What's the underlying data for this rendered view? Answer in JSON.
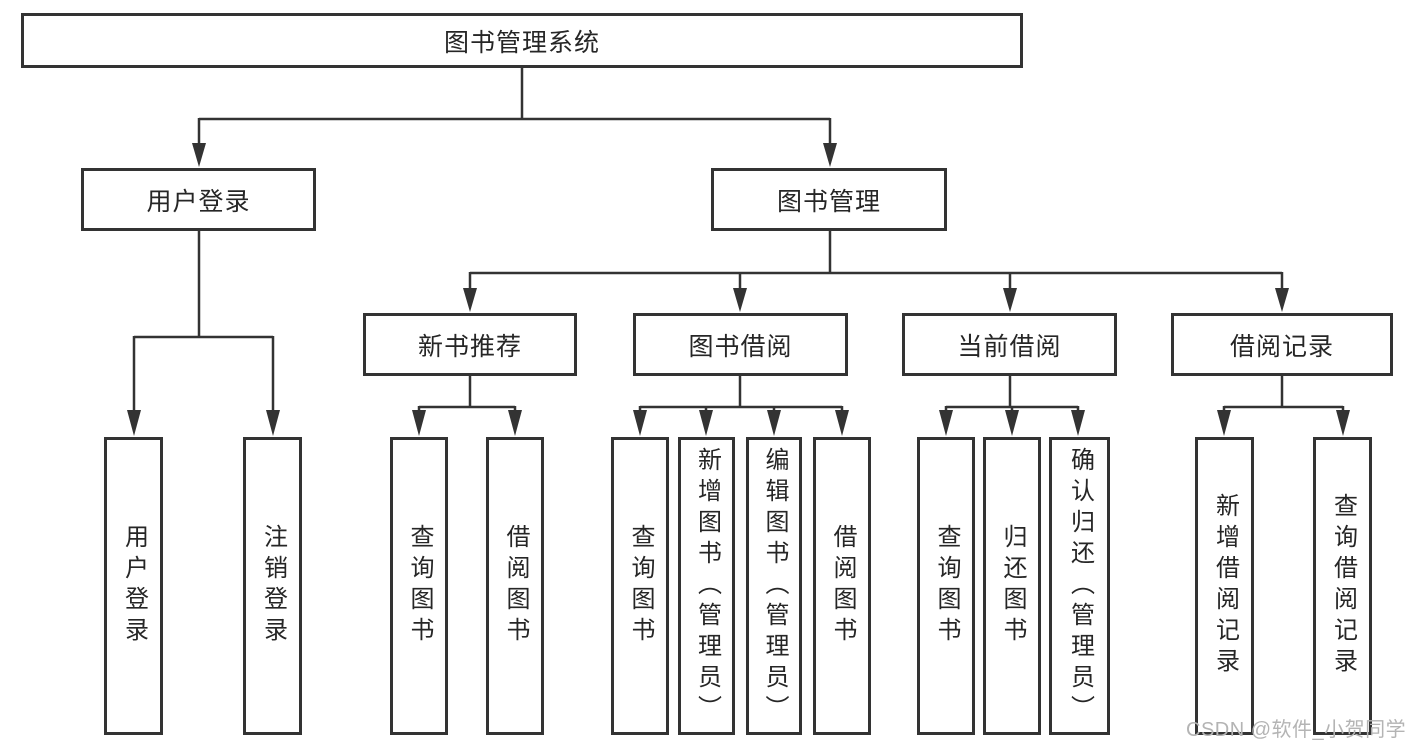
{
  "diagram": {
    "type": "hierarchy-tree",
    "root": {
      "label": "图书管理系统",
      "children": [
        {
          "label": "用户登录",
          "children": [
            {
              "label": "用户登录"
            },
            {
              "label": "注销登录"
            }
          ]
        },
        {
          "label": "图书管理",
          "children": [
            {
              "label": "新书推荐",
              "children": [
                {
                  "label": "查询图书"
                },
                {
                  "label": "借阅图书"
                }
              ]
            },
            {
              "label": "图书借阅",
              "children": [
                {
                  "label": "查询图书"
                },
                {
                  "label": "新增图书（管理员）"
                },
                {
                  "label": "编辑图书（管理员）"
                },
                {
                  "label": "借阅图书"
                }
              ]
            },
            {
              "label": "当前借阅",
              "children": [
                {
                  "label": "查询图书"
                },
                {
                  "label": "归还图书"
                },
                {
                  "label": "确认归还（管理员）"
                }
              ]
            },
            {
              "label": "借阅记录",
              "children": [
                {
                  "label": "新增借阅记录"
                },
                {
                  "label": "查询借阅记录"
                }
              ]
            }
          ]
        }
      ]
    }
  },
  "watermark": {
    "text": "CSDN @软件_小贺同学"
  },
  "colors": {
    "line": "#333333",
    "box_border": "#333333",
    "box_background": "#ffffff",
    "text": "#262626",
    "watermark": "#b4b4b4",
    "background": "#ffffff"
  }
}
